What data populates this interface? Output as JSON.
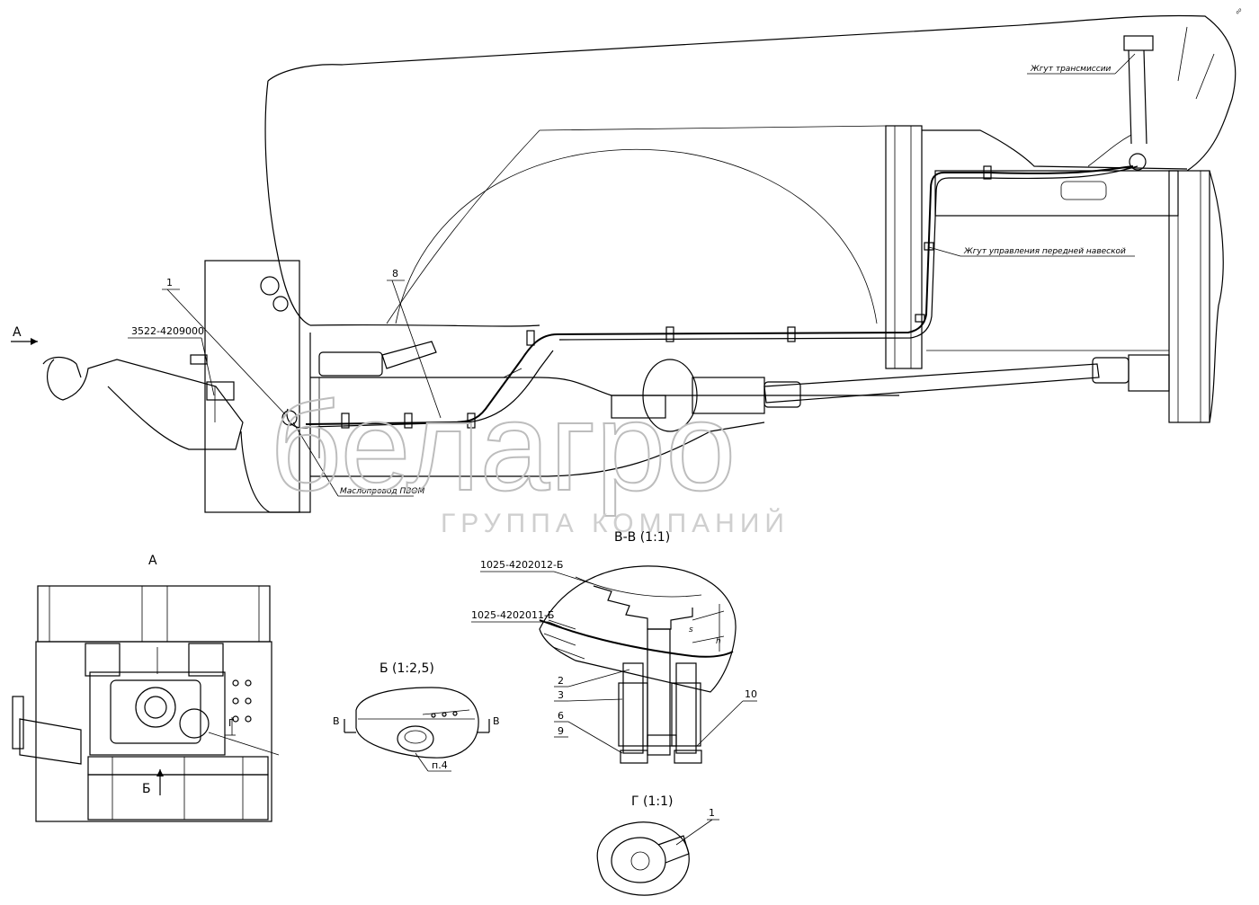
{
  "labels": {
    "view_a_arrow": "A",
    "part_1": "1",
    "part_8": "8",
    "part_3522": "3522-4209000",
    "harness_transmission": "Жгут трансмиссии",
    "harness_front_hitch": "Жгут управления передней навеской",
    "oil_line_pto": "Маслопровод ПВОМ",
    "view_a_title": "А",
    "view_b_title": "Б (1:2,5)",
    "section_vv_title": "В-В (1:1)",
    "view_g_title": "Г (1:1)",
    "part_1025_4202012": "1025-4202012-Б",
    "part_1025_4202011": "1025-4202011-Б",
    "part_2": "2",
    "part_3": "3",
    "part_6": "6",
    "part_9": "9",
    "part_10": "10",
    "item_p4": "п.4",
    "mark_b_left": "В",
    "mark_b_right": "В",
    "mark_b_view_a": "Б",
    "mark_g_view_a": "Г",
    "part_1_g": "1",
    "dim_s": "s",
    "dim_h": "h"
  },
  "watermark": {
    "brand": "белагро",
    "group": "ГРУППА КОМПАНИЙ"
  }
}
